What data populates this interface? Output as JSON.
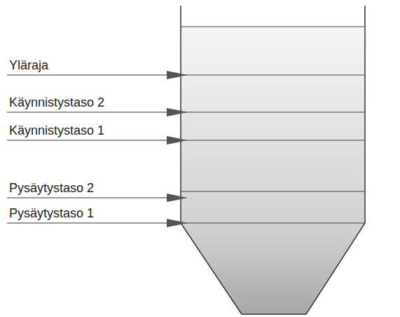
{
  "diagram": {
    "labels": [
      "Yläraja",
      "Käynnistystaso 2",
      "Käynnistystaso 1",
      "Pysäytystaso 2",
      "Pysäytystaso 1"
    ]
  }
}
